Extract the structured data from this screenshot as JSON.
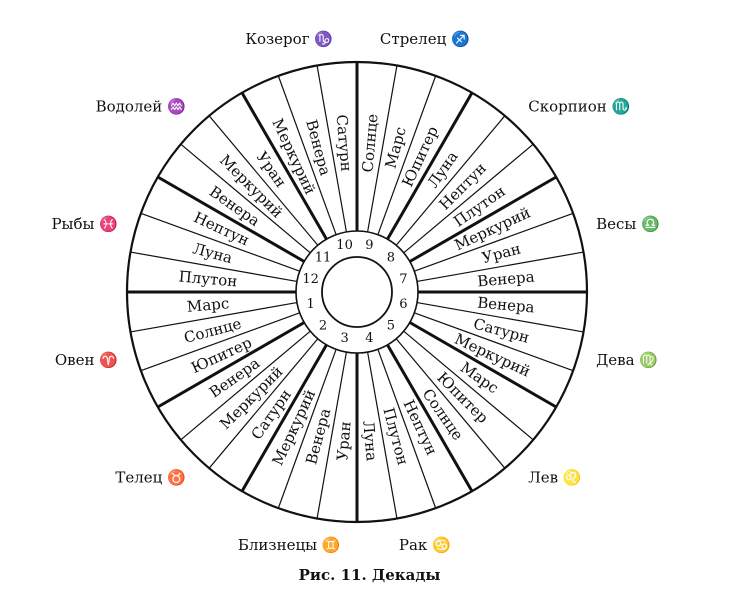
{
  "caption": "Рис. 11. Декады",
  "houses": [
    "1",
    "2",
    "3",
    "4",
    "5",
    "6",
    "7",
    "8",
    "9",
    "10",
    "11",
    "12"
  ],
  "signs": [
    {
      "name": "Овен",
      "symbol": "♈"
    },
    {
      "name": "Телец",
      "symbol": "♉"
    },
    {
      "name": "Близнецы",
      "symbol": "♊"
    },
    {
      "name": "Рак",
      "symbol": "♋"
    },
    {
      "name": "Лев",
      "symbol": "♌"
    },
    {
      "name": "Дева",
      "symbol": "♍"
    },
    {
      "name": "Весы",
      "symbol": "♎"
    },
    {
      "name": "Скорпион",
      "symbol": "♏"
    },
    {
      "name": "Стрелец",
      "symbol": "♐"
    },
    {
      "name": "Козерог",
      "symbol": "♑"
    },
    {
      "name": "Водолей",
      "symbol": "♒"
    },
    {
      "name": "Рыбы",
      "symbol": "♓"
    }
  ],
  "decans": [
    "Марс",
    "Солнце",
    "Юпитер",
    "Венера",
    "Меркурий",
    "Сатурн",
    "Меркурий",
    "Венера",
    "Уран",
    "Луна",
    "Плутон",
    "Нептун",
    "Солнце",
    "Юпитер",
    "Марс",
    "Меркурий",
    "Сатурн",
    "Венера",
    "Венера",
    "Уран",
    "Меркурий",
    "Плутон",
    "Нептун",
    "Луна",
    "Юпитер",
    "Марс",
    "Солнце",
    "Сатурн",
    "Венера",
    "Меркурий",
    "Уран",
    "Меркурий",
    "Венера",
    "Нептун",
    "Луна",
    "Плутон"
  ]
}
